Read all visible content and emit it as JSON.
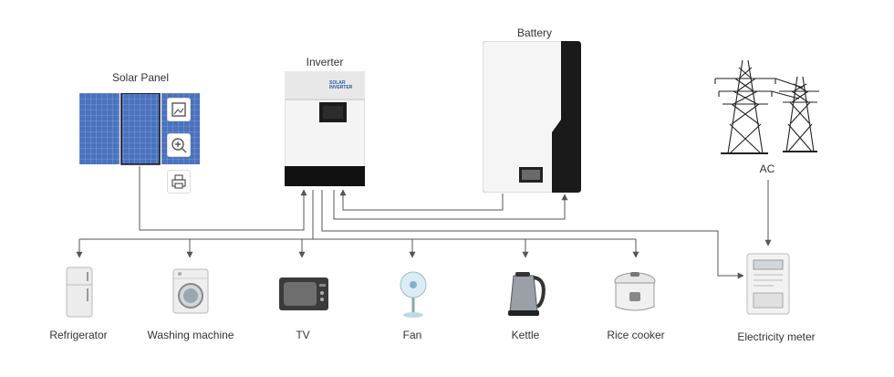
{
  "labels": {
    "solar_panel": "Solar Panel",
    "inverter": "Inverter",
    "battery": "Battery",
    "ac": "AC",
    "refrigerator": "Refrigerator",
    "washing_machine": "Washing machine",
    "tv": "TV",
    "fan": "Fan",
    "kettle": "Kettle",
    "rice_cooker": "Rice cooker",
    "electricity_meter": "Electricity meter"
  },
  "inverter_brand": [
    "SOLAR",
    "INVERTER"
  ],
  "colors": {
    "wire": "#555555",
    "panel_blue": "#3f67b0",
    "inverter_body": "#f4f4f4",
    "inverter_base": "#111111",
    "battery_body": "#f5f5f5",
    "battery_dark": "#1a1a1a"
  }
}
